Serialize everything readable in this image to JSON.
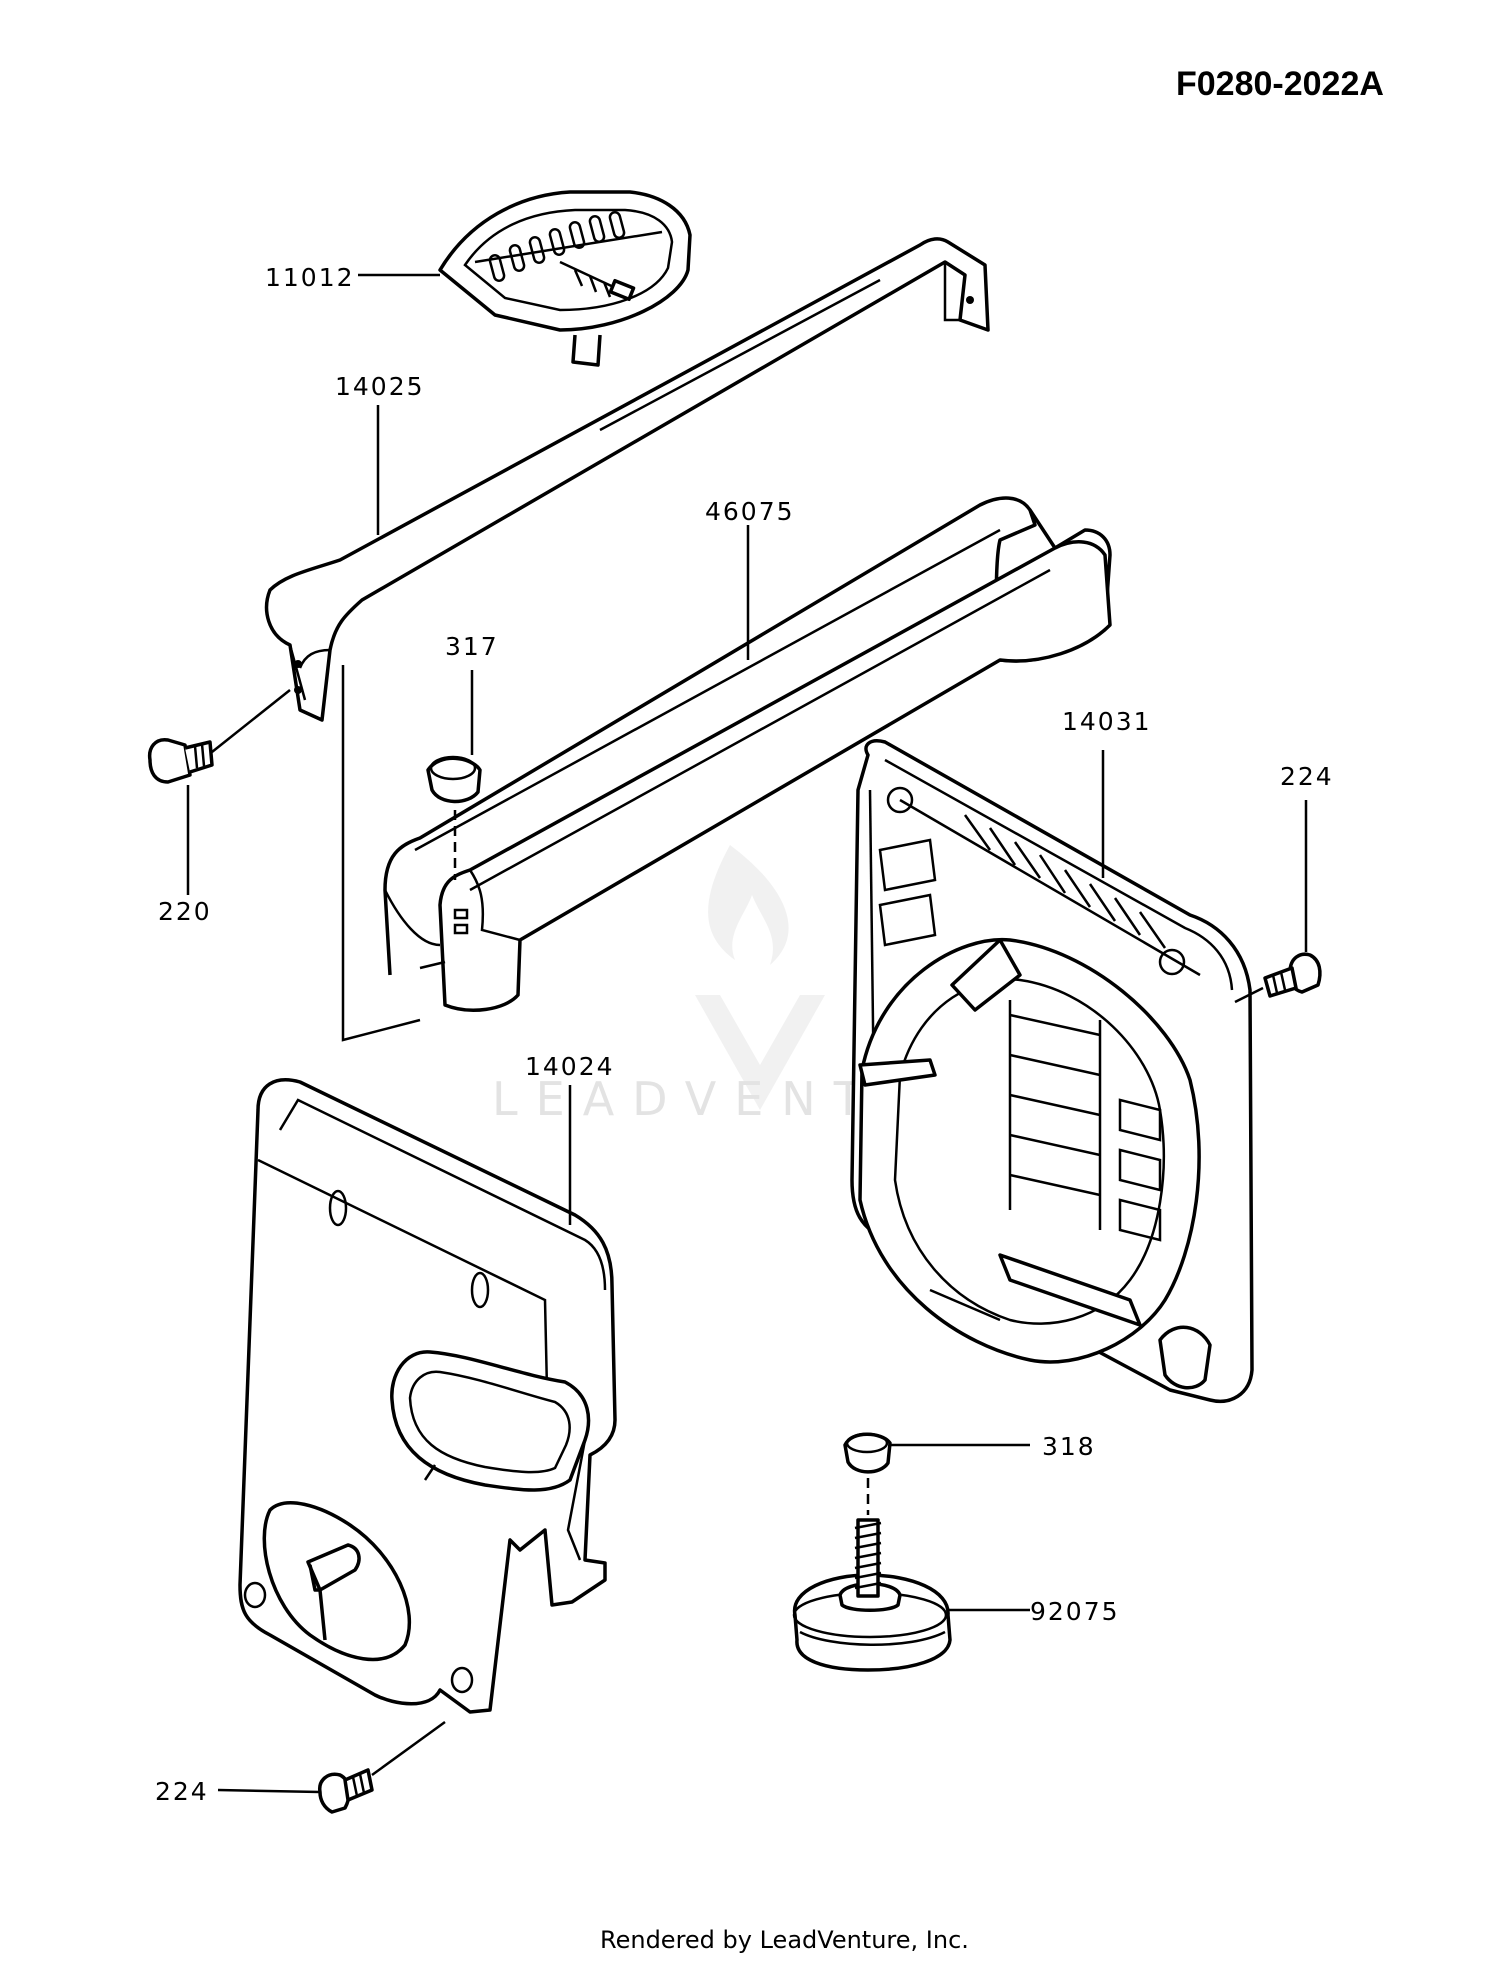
{
  "diagram": {
    "code": "F0280-2022A",
    "footer": "Rendered by LeadVenture, Inc.",
    "watermark": "LEADVENTURE",
    "labels": {
      "p11012": "11012",
      "p14025": "14025",
      "p46075": "46075",
      "p317": "317",
      "p14031": "14031",
      "p224_right": "224",
      "p220": "220",
      "p14024": "14024",
      "p318": "318",
      "p92075": "92075",
      "p224_bottom": "224"
    }
  }
}
